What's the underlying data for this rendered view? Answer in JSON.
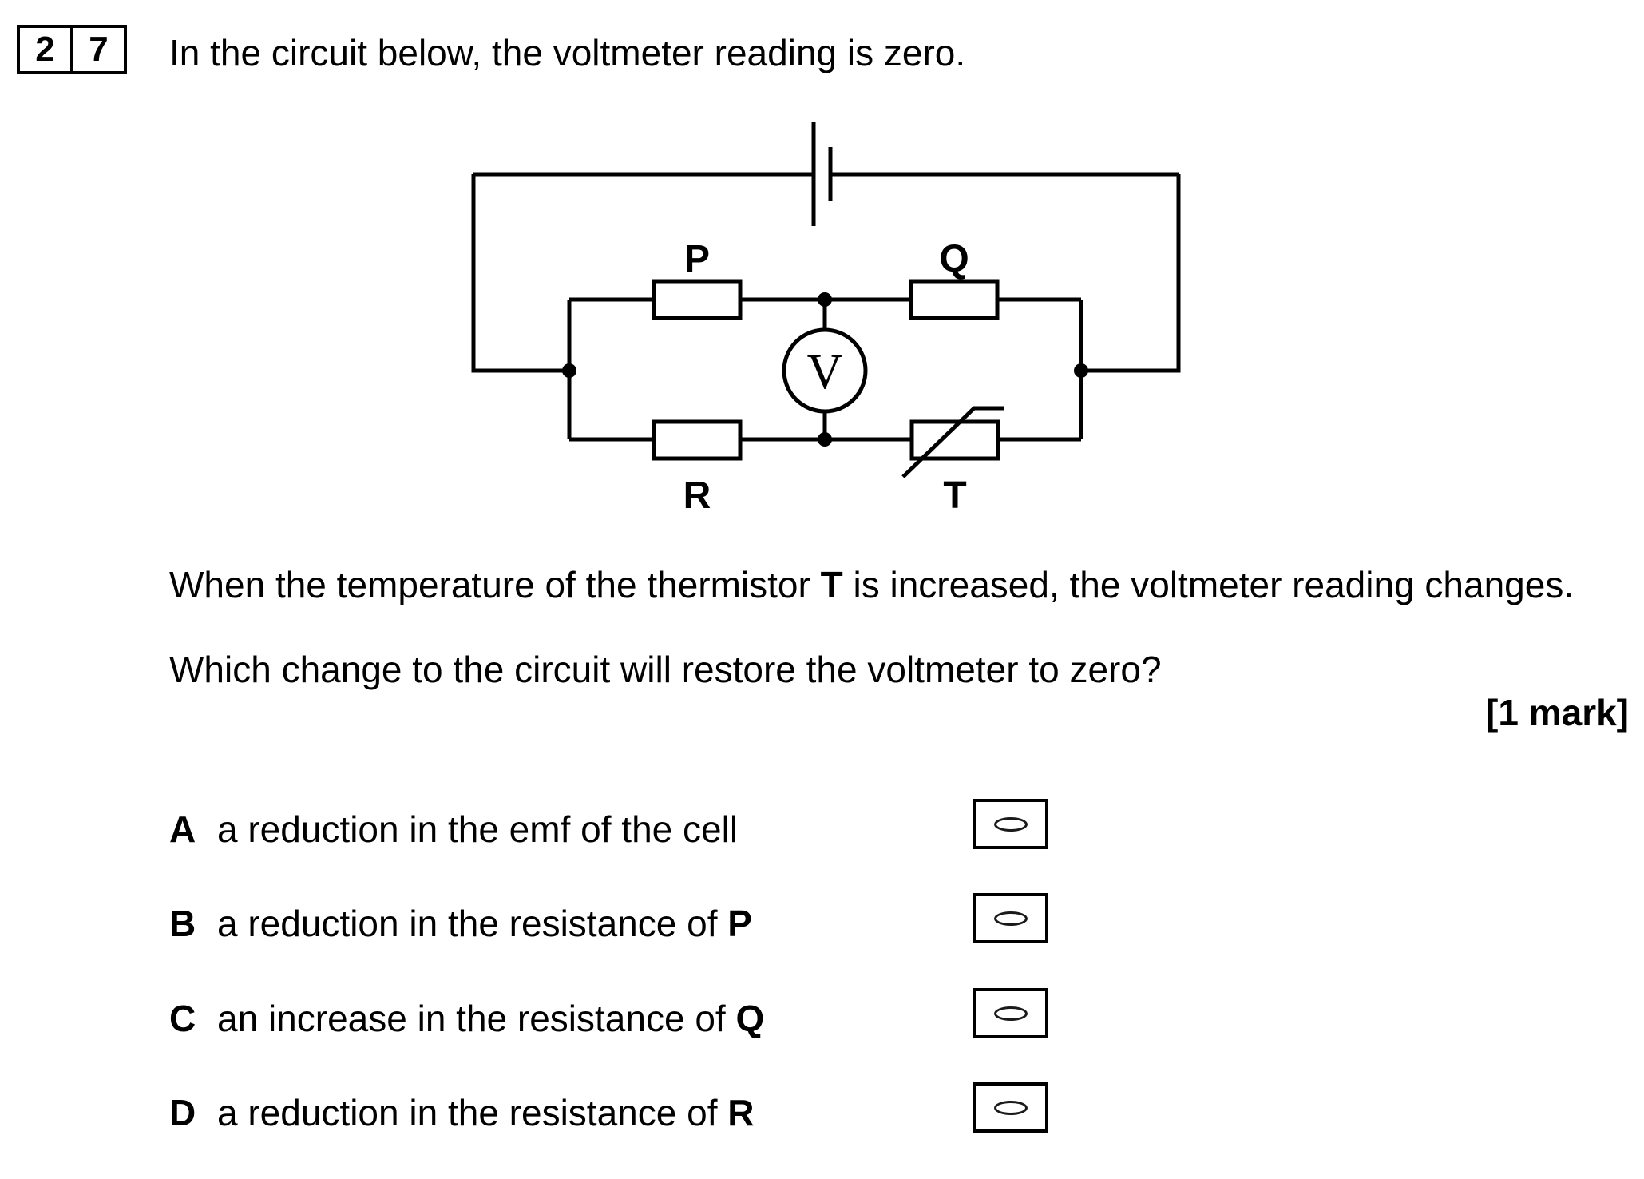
{
  "question_number": {
    "digits": [
      "2",
      "7"
    ]
  },
  "intro": "In the circuit below, the voltmeter reading is zero.",
  "circuit": {
    "labels": {
      "p": "P",
      "q": "Q",
      "r": "R",
      "t": "T",
      "voltmeter": "V"
    }
  },
  "paragraphs": {
    "thermistor": {
      "pre": "When the temperature of the thermistor ",
      "bold": "T",
      "post": " is increased, the voltmeter reading changes."
    },
    "question": "Which change to the circuit will restore the voltmeter to zero?",
    "marks": "[1 mark]"
  },
  "options": [
    {
      "letter": "A",
      "text": "a reduction in the emf of the cell",
      "bold_suffix": ""
    },
    {
      "letter": "B",
      "text": "a reduction in the resistance of ",
      "bold_suffix": "P"
    },
    {
      "letter": "C",
      "text": "an increase in the resistance of ",
      "bold_suffix": "Q"
    },
    {
      "letter": "D",
      "text": "a reduction in the resistance of ",
      "bold_suffix": "R"
    }
  ],
  "colors": {
    "ink": "#000000",
    "background": "#ffffff"
  }
}
